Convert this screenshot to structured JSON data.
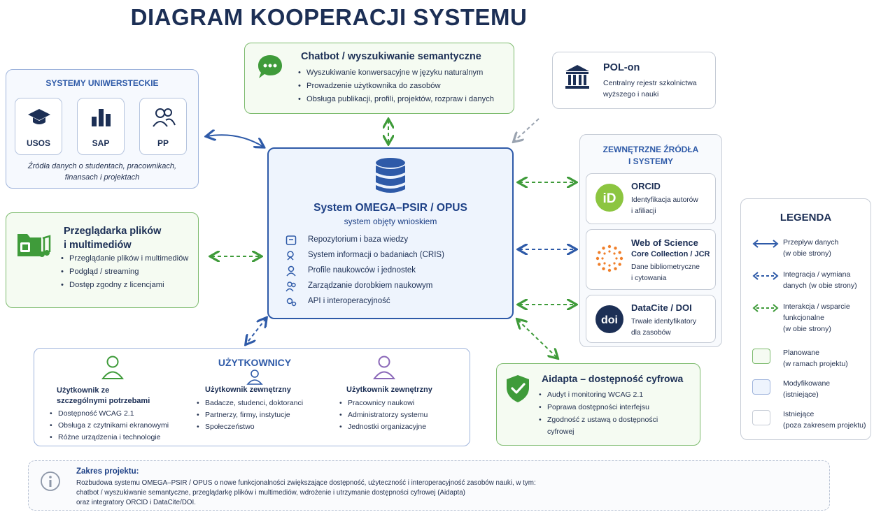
{
  "title": "DIAGRAM KOOPERACJI SYSTEMU",
  "university": {
    "heading": "SYSTEMY UNIWERSTECKIE",
    "tiles": [
      "USOS",
      "SAP",
      "PP"
    ],
    "caption_line1": "Źródła danych o studentach, pracownikach,",
    "caption_line2": "finansach i projektach"
  },
  "chatbot": {
    "heading": "Chatbot / wyszukiwanie semantyczne",
    "items": [
      "Wyszukiwanie konwersacyjne w języku naturalnym",
      "Prowadzenie użytkownika do zasobów",
      "Obsługa publikacji, profili, projektów, rozpraw i danych"
    ]
  },
  "polon": {
    "heading": "POL-on",
    "desc_line1": "Centralny rejestr szkolnictwa",
    "desc_line2": "wyższego i nauki"
  },
  "core": {
    "heading": "System OMEGA–PSIR / OPUS",
    "subheading": "system objęty wnioskiem",
    "features": [
      "Repozytorium i baza wiedzy",
      "System informacji o badaniach (CRIS)",
      "Profile naukowców i jednostek",
      "Zarządzanie dorobkiem naukowym",
      "API i interoperacyjność"
    ]
  },
  "files": {
    "heading_line1": "Przeglądarka plików",
    "heading_line2": "i multimediów",
    "items": [
      "Przeglądanie plików i multimediów",
      "Podgląd / streaming",
      "Dostęp zgodny z licencjami"
    ]
  },
  "external": {
    "heading_line1": "ZEWNĘTRZNE ŹRÓDŁA",
    "heading_line2": "I SYSTEMY",
    "orcid": {
      "logo": "iD",
      "name": "ORCID",
      "desc_line1": "Identyfikacja autorów",
      "desc_line2": "i afiliacji"
    },
    "wos": {
      "name": "Web of Science",
      "name2": "Core Collection / JCR",
      "desc_line1": "Dane bibliometryczne",
      "desc_line2": "i cytowania"
    },
    "datacite": {
      "logo": "doi",
      "name": "DataCite / DOI",
      "desc_line1": "Trwałe identyfikatory",
      "desc_line2": "dla zasobów"
    }
  },
  "users": {
    "heading": "UŻYTKOWNICY",
    "groups": [
      {
        "title_line1": "Użytkownik ze",
        "title_line2": "szczególnymi potrzebami",
        "items": [
          "Dostępność WCAG 2.1",
          "Obsługa z czytnikami ekranowymi",
          "Różne urządzenia i technologie"
        ]
      },
      {
        "title_line1": "Użytkownik zewnętrzny",
        "items": [
          "Badacze, studenci, doktoranci",
          "Partnerzy, firmy, instytucje",
          "Społeczeństwo"
        ]
      },
      {
        "title_line1": "Użytkownik zewnętrzny",
        "items": [
          "Pracownicy naukowi",
          "Administratorzy systemu",
          "Jednostki organizacyjne"
        ]
      }
    ]
  },
  "aidapta": {
    "heading": "Aidapta – dostępność cyfrowa",
    "items": [
      "Audyt i monitoring WCAG 2.1",
      "Poprawa dostępności interfejsu",
      "Zgodność z ustawą o dostępności"
    ],
    "item3_cont": "cyfrowej"
  },
  "legend": {
    "heading": "LEGENDA",
    "flow_line1": "Przepływ danych",
    "flow_line2": "(w obie strony)",
    "integ_line1": "Integracja / wymiana",
    "integ_line2": "danych (w obie strony)",
    "inter_line1": "Interakcja / wsparcie",
    "inter_line2": "funkcjonalne",
    "inter_line3": "(w obie strony)",
    "planned_line1": "Planowane",
    "planned_line2": "(w ramach projektu)",
    "modified_line1": "Modyfikowane",
    "modified_line2": "(istniejące)",
    "existing_line1": "Istniejące",
    "existing_line2": "(poza zakresem projektu)"
  },
  "scope": {
    "heading": "Zakres projektu:",
    "line1": "Rozbudowa systemu OMEGA–PSIR / OPUS o nowe funkcjonalności zwiększające dostępność, użyteczność i interoperacyjność zasobów nauki, w tym:",
    "line2": "chatbot / wyszukiwanie semantyczne, przeglądarkę plików i multimediów, wdrożenie i utrzymanie dostępności cyfrowej (Aidapta)",
    "line3": "oraz integratory ORCID i DataCite/DOI."
  },
  "colors": {
    "navy": "#1c2f55",
    "green": "#3f9b3a",
    "blue": "#2e5aa8",
    "gray": "#9aa3b0"
  }
}
